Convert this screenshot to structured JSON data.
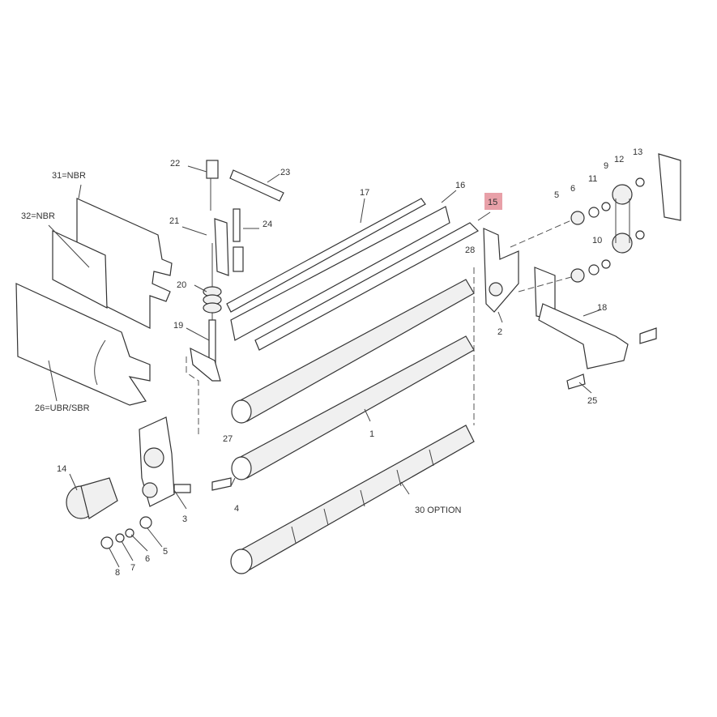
{
  "diagram": {
    "highlight_color": "#e8a0a8",
    "callouts": [
      "22",
      "23",
      "31=NBR",
      "17",
      "16",
      "15",
      "5",
      "6",
      "11",
      "9",
      "12",
      "13",
      "32=NBR",
      "21",
      "24",
      "10",
      "28",
      "20",
      "18",
      "2",
      "19",
      "1",
      "26=UBR/SBR",
      "25",
      "27",
      "14",
      "3",
      "4",
      "30 OPTION",
      "5",
      "6",
      "7",
      "8"
    ]
  }
}
